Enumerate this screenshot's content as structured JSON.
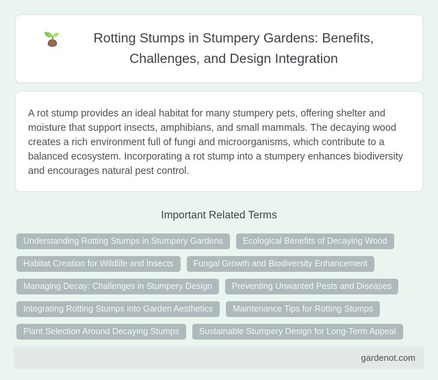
{
  "header": {
    "icon": "seedling-icon",
    "title": "Rotting Stumps in Stumpery Gardens: Benefits, Challenges, and Design Integration"
  },
  "summary": {
    "text": "A rot stump provides an ideal habitat for many stumpery pets, offering shelter and moisture that support insects, amphibians, and small mammals. The decaying wood creates a rich environment full of fungi and microorganisms, which contribute to a balanced ecosystem. Incorporating a rot stump into a stumpery enhances biodiversity and encourages natural pest control."
  },
  "related_terms": {
    "heading": "Important Related Terms",
    "items": [
      "Understanding Rotting Stumps in Stumpery Gardens",
      "Ecological Benefits of Decaying Wood",
      "Habitat Creation for Wildlife and Insects",
      "Fungal Growth and Biodiversity Enhancement",
      "Managing Decay: Challenges in Stumpery Design",
      "Preventing Unwanted Pests and Diseases",
      "Integrating Rotting Stumps into Garden Aesthetics",
      "Maintenance Tips for Rotting Stumps",
      "Plant Selection Around Decaying Stumps",
      "Sustainable Stumpery Design for Long-Term Appeal"
    ]
  },
  "footer": {
    "site": "gardenot.com"
  },
  "colors": {
    "page_background": "#ebf5f0",
    "card_background": "#ffffff",
    "card_border": "#e3e8e6",
    "tag_background": "#adb9ba",
    "tag_text": "#f5f7f7",
    "heading_text": "#3d4246",
    "body_text": "#4a5053",
    "footer_background": "#e3eae6"
  }
}
